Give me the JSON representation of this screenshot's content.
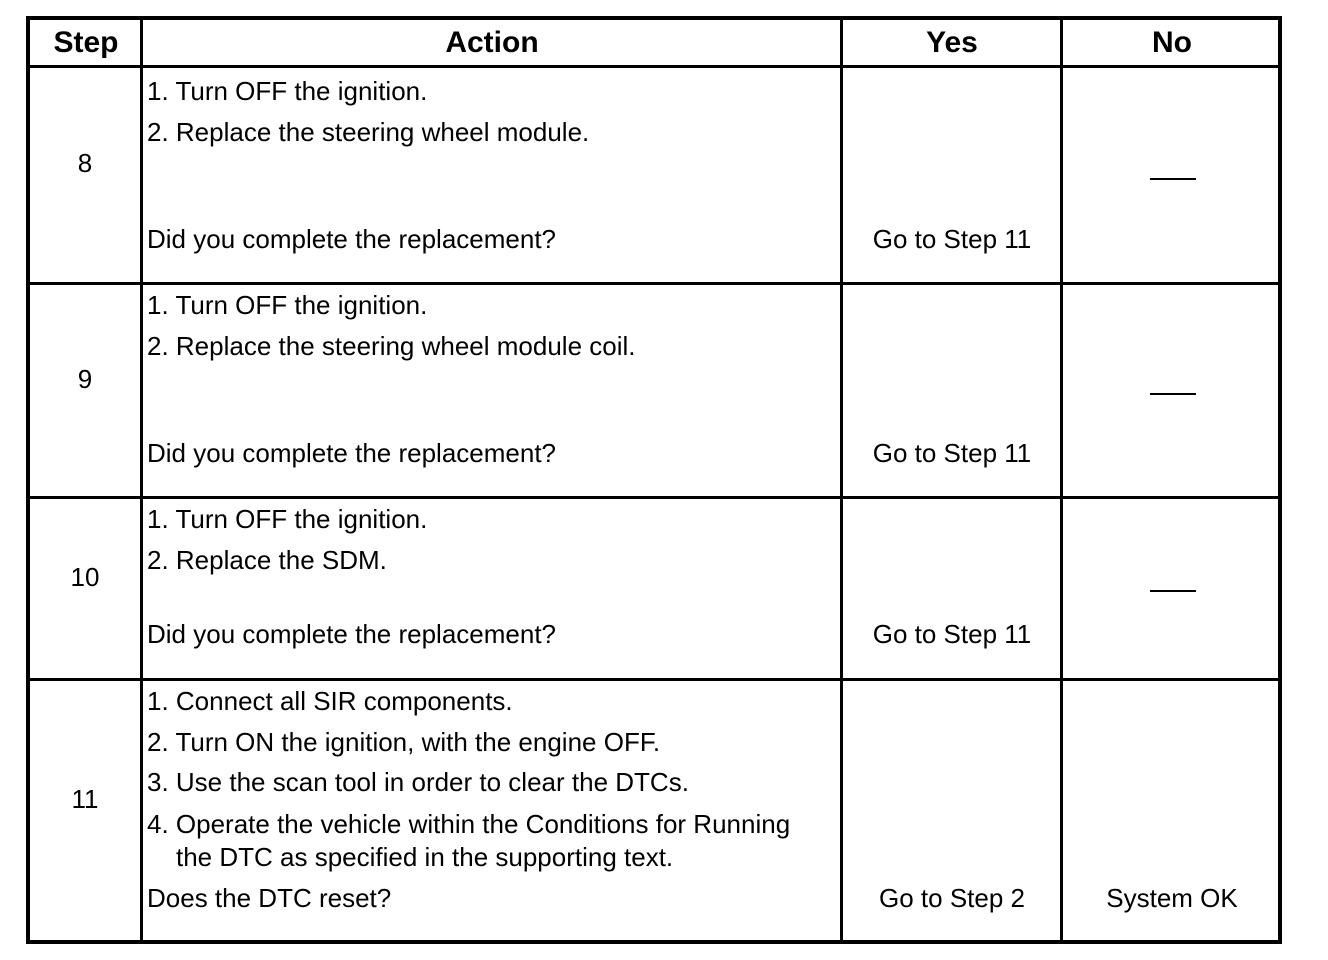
{
  "headers": {
    "step": "Step",
    "action": "Action",
    "yes": "Yes",
    "no": "No"
  },
  "rows": [
    {
      "step": "8",
      "lines": [
        "1. Turn OFF the ignition.",
        "2. Replace the steering wheel module."
      ],
      "question": "Did you complete the replacement?",
      "yes": "Go to Step 11",
      "no": "—"
    },
    {
      "step": "9",
      "lines": [
        "1. Turn OFF the ignition.",
        "2. Replace the steering wheel module coil."
      ],
      "question": "Did you complete the replacement?",
      "yes": "Go to Step 11",
      "no": "—"
    },
    {
      "step": "10",
      "lines": [
        "1. Turn OFF the ignition.",
        "2. Replace the SDM."
      ],
      "question": "Did you complete the replacement?",
      "yes": "Go to Step 11",
      "no": "—"
    },
    {
      "step": "11",
      "lines": [
        "1. Connect all SIR components.",
        "2. Turn ON the ignition, with the engine OFF.",
        "3. Use the scan tool in order to clear the DTCs.",
        "4. Operate the vehicle within the Conditions for Running",
        "the DTC as specified in the supporting text."
      ],
      "question": "Does the DTC reset?",
      "yes": "Go to Step 2",
      "no": "System OK"
    }
  ]
}
